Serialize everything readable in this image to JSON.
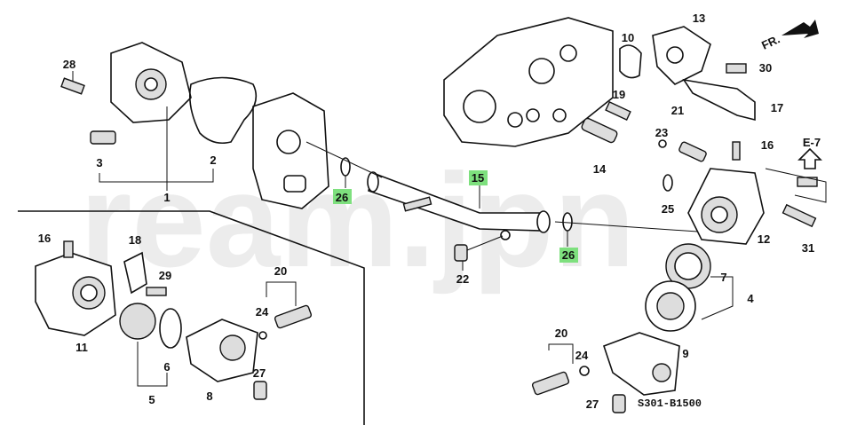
{
  "watermark": "ream.jpn",
  "direction_label": "FR.",
  "ref_label": "E-7",
  "diagram_code": "S301-B1500",
  "highlight_color": "#7ee07e",
  "callouts": {
    "c28": "28",
    "c1": "1",
    "c2": "2",
    "c3": "3",
    "c26a": "26",
    "c15": "15",
    "c22": "22",
    "c26b": "26",
    "c10": "10",
    "c13": "13",
    "c30": "30",
    "c17": "17",
    "c19": "19",
    "c21": "21",
    "c23": "23",
    "c16a": "16",
    "c14": "14",
    "c25": "25",
    "c12": "12",
    "c31": "31",
    "c7": "7",
    "c4": "4",
    "c16b": "16",
    "c18": "18",
    "c29": "29",
    "c11": "11",
    "c20a": "20",
    "c24a": "24",
    "c6": "6",
    "c5": "5",
    "c8": "8",
    "c27a": "27",
    "c20b": "20",
    "c24b": "24",
    "c9": "9",
    "c27b": "27"
  }
}
